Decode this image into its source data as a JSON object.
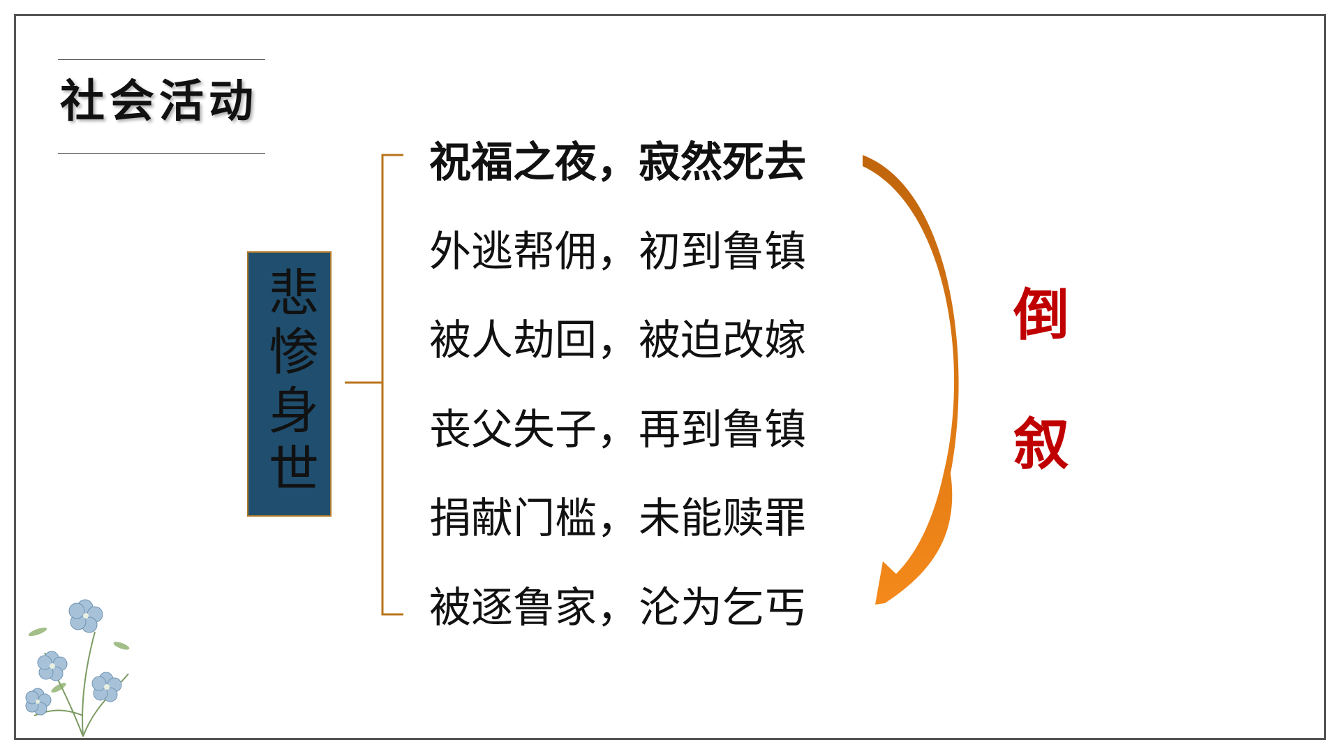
{
  "title": "社会活动",
  "topic": "悲惨身世",
  "events": [
    {
      "text": "祝福之夜，寂然死去",
      "bold": true
    },
    {
      "text": "外逃帮佣，初到鲁镇",
      "bold": false
    },
    {
      "text": "被人劫回，被迫改嫁",
      "bold": false
    },
    {
      "text": "丧父失子，再到鲁镇",
      "bold": false
    },
    {
      "text": "捐献门槛，未能赎罪",
      "bold": false
    },
    {
      "text": "被逐鲁家，沦为乞丐",
      "bold": false
    }
  ],
  "narration_order": [
    "倒",
    "叙"
  ],
  "colors": {
    "topic_box": "#1f4e6e",
    "topic_border": "#b07a2a",
    "brace": "#b8741a",
    "arrow_start": "#c0650d",
    "arrow_end": "#f5891a",
    "label": "#c00000"
  },
  "icons": {
    "decoration": "flower-illustration"
  }
}
